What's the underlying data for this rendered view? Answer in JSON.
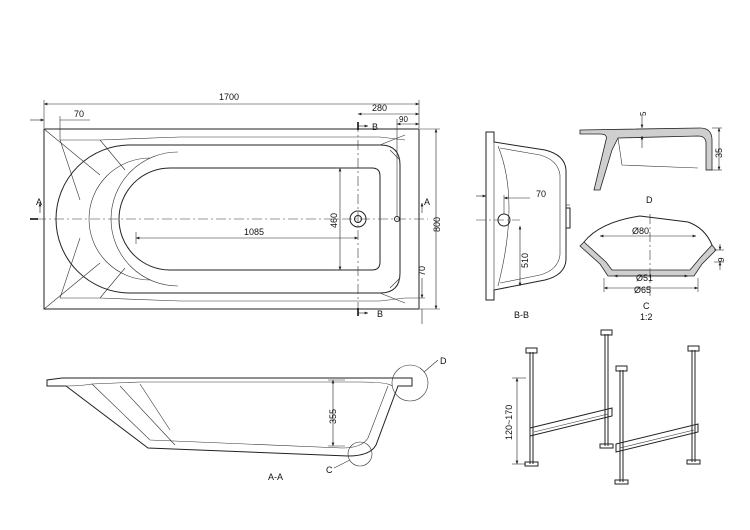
{
  "dimensions": {
    "length": "1700",
    "rim_left": "70",
    "rim_right": "280",
    "rim_small": "90",
    "width": "800",
    "inner_width": "460",
    "inner_length": "1085",
    "rim_bottom": "70",
    "depth": "355",
    "leg_height": "120~170"
  },
  "section_labels": {
    "a_left": "A",
    "a_right": "A",
    "b_top": "B",
    "b_bottom": "B",
    "bb_title": "B-B",
    "aa_title": "A-A",
    "c_marker": "C",
    "d_marker": "D"
  },
  "bb_view": {
    "drain_offset": "70",
    "drain_height": "510"
  },
  "detail_d": {
    "title": "D",
    "thickness": "5",
    "rim_height": "35"
  },
  "detail_c": {
    "title": "C",
    "scale": "1:2",
    "d80": "Ø80",
    "d51": "Ø51",
    "d65": "Ø65",
    "h9": "9"
  }
}
